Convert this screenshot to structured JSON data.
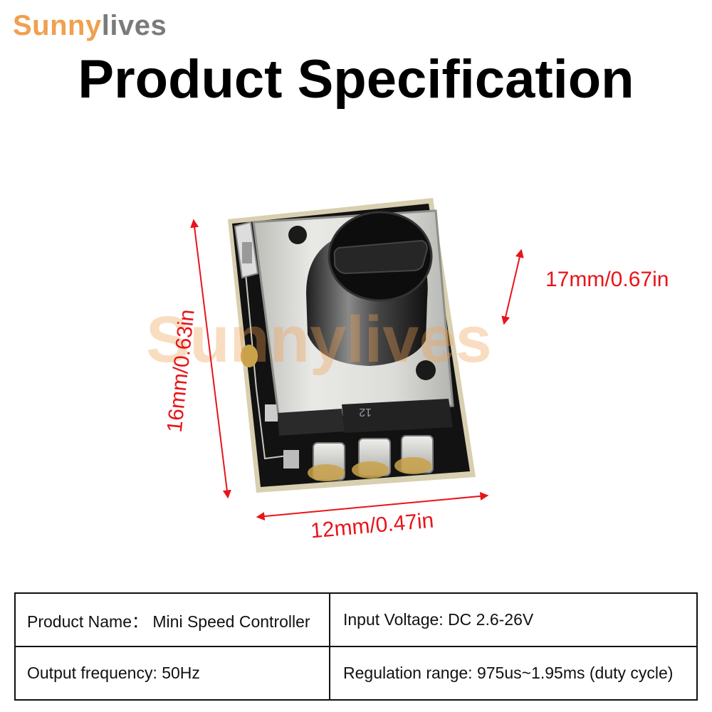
{
  "brand": {
    "part1": "Sunny",
    "part2": "lives"
  },
  "title": "Product Specification",
  "watermark": "Sunnylives",
  "component_marking": "12",
  "dimensions": {
    "height": "16mm/0.63in",
    "width": "12mm/0.47in",
    "depth": "17mm/0.67in"
  },
  "colors": {
    "dimension_red": "#e8141a",
    "brand_orange": "#f0a050",
    "brand_gray": "#7a7a7a"
  },
  "specs": {
    "row1": {
      "left": "Product Name：  Mini Speed Controller",
      "right": "Input Voltage: DC 2.6-26V"
    },
    "row2": {
      "left": "Output frequency: 50Hz",
      "right": "Regulation range: 975us~1.95ms (duty cycle)"
    }
  }
}
